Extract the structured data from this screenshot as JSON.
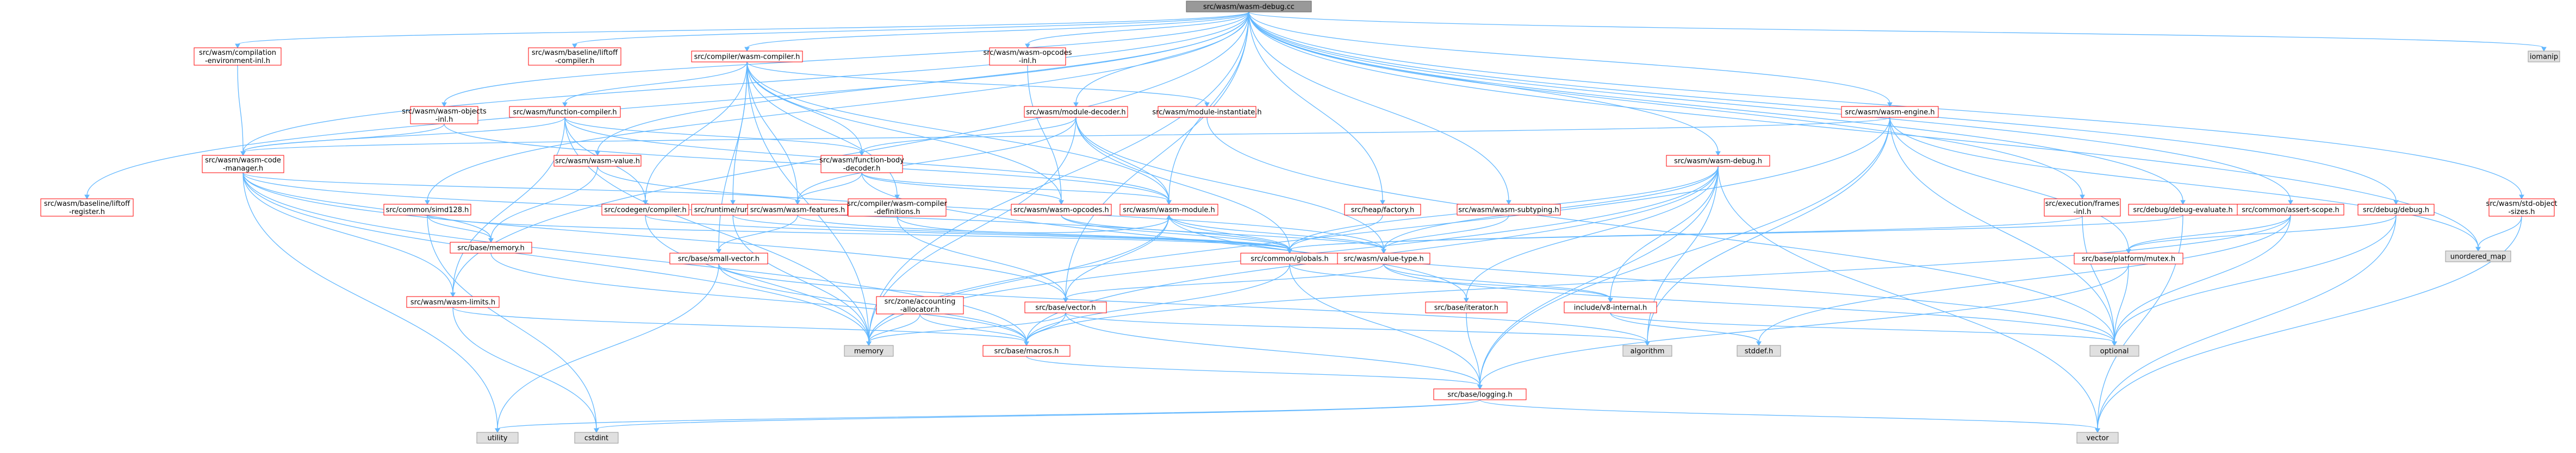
{
  "diagram": {
    "type": "include-dependency-graph",
    "colors": {
      "edge": "#63B8FF",
      "root_fill": "#999999",
      "root_border": "#666666",
      "project_fill": "#FFFFFF",
      "project_border": "#FF0000",
      "system_fill": "#E0E0E0",
      "system_border": "#999999",
      "text": "#000000"
    },
    "nodes": [
      {
        "id": "root",
        "kind": "root",
        "lines": [
          "src/wasm/wasm-debug.cc"
        ]
      },
      {
        "id": "compilation_env",
        "kind": "project",
        "lines": [
          "src/wasm/compilation",
          "-environment-inl.h"
        ]
      },
      {
        "id": "baseline_liftoff_compiler",
        "kind": "project",
        "lines": [
          "src/wasm/baseline/liftoff",
          "-compiler.h"
        ]
      },
      {
        "id": "compiler_wasm_compiler",
        "kind": "project",
        "lines": [
          "src/compiler/wasm-compiler.h"
        ]
      },
      {
        "id": "wasm_opcodes_inl",
        "kind": "project",
        "lines": [
          "src/wasm/wasm-opcodes",
          "-inl.h"
        ]
      },
      {
        "id": "zonemap",
        "kind": "system",
        "lines": [
          "iomanip"
        ]
      },
      {
        "id": "baseline_liftoff_register",
        "kind": "project",
        "lines": [
          "src/wasm/baseline/liftoff",
          "-register.h"
        ]
      },
      {
        "id": "wasm_objects_inl",
        "kind": "project",
        "lines": [
          "src/wasm/wasm-objects",
          "-inl.h"
        ]
      },
      {
        "id": "function_compiler",
        "kind": "project",
        "lines": [
          "src/wasm/function-compiler.h"
        ]
      },
      {
        "id": "module_decoder",
        "kind": "project",
        "lines": [
          "src/wasm/module-decoder.h"
        ]
      },
      {
        "id": "module_instantiate",
        "kind": "project",
        "lines": [
          "src/wasm/module-instantiate.h"
        ]
      },
      {
        "id": "wasm_engine",
        "kind": "project",
        "lines": [
          "src/wasm/wasm-engine.h"
        ]
      },
      {
        "id": "wasm_code_manager",
        "kind": "project",
        "lines": [
          "src/wasm/wasm-code",
          "-manager.h"
        ]
      },
      {
        "id": "wasm_value",
        "kind": "project",
        "lines": [
          "src/wasm/wasm-value.h"
        ]
      },
      {
        "id": "function_body_decoder",
        "kind": "project",
        "lines": [
          "src/wasm/function-body",
          "-decoder.h"
        ]
      },
      {
        "id": "wasm_debug_h",
        "kind": "project",
        "lines": [
          "src/wasm/wasm-debug.h"
        ]
      },
      {
        "id": "execution_frames",
        "kind": "project",
        "lines": [
          "src/execution/frames",
          "-inl.h"
        ]
      },
      {
        "id": "debug_evaluate",
        "kind": "project",
        "lines": [
          "src/debug/debug-evaluate.h"
        ]
      },
      {
        "id": "assert_scope",
        "kind": "project",
        "lines": [
          "src/common/assert-scope.h"
        ]
      },
      {
        "id": "debug_debug",
        "kind": "project",
        "lines": [
          "src/debug/debug.h"
        ]
      },
      {
        "id": "std_object_sizes",
        "kind": "project",
        "lines": [
          "src/wasm/std-object",
          "-sizes.h"
        ]
      },
      {
        "id": "simd128",
        "kind": "project",
        "lines": [
          "src/common/simd128.h"
        ]
      },
      {
        "id": "codegen_compiler",
        "kind": "project",
        "lines": [
          "src/codegen/compiler.h"
        ]
      },
      {
        "id": "runtime_runtime",
        "kind": "project",
        "lines": [
          "src/runtime/runtime.h"
        ]
      },
      {
        "id": "wasm_features",
        "kind": "project",
        "lines": [
          "src/wasm/wasm-features.h"
        ]
      },
      {
        "id": "compiler_defs",
        "kind": "project",
        "lines": [
          "src/compiler/wasm-compiler",
          "-definitions.h"
        ]
      },
      {
        "id": "wasm_opcodes",
        "kind": "project",
        "lines": [
          "src/wasm/wasm-opcodes.h"
        ]
      },
      {
        "id": "wasm_module",
        "kind": "project",
        "lines": [
          "src/wasm/wasm-module.h"
        ]
      },
      {
        "id": "heap_factory",
        "kind": "project",
        "lines": [
          "src/heap/factory.h"
        ]
      },
      {
        "id": "wasm_subtyping",
        "kind": "project",
        "lines": [
          "src/wasm/wasm-subtyping.h"
        ]
      },
      {
        "id": "unordered_map",
        "kind": "system",
        "lines": [
          "unordered_map"
        ]
      },
      {
        "id": "base_memory",
        "kind": "project",
        "lines": [
          "src/base/memory.h"
        ]
      },
      {
        "id": "small_vector",
        "kind": "project",
        "lines": [
          "src/base/small-vector.h"
        ]
      },
      {
        "id": "common_globals",
        "kind": "project",
        "lines": [
          "src/common/globals.h"
        ]
      },
      {
        "id": "wasm_value_type",
        "kind": "project",
        "lines": [
          "src/wasm/value-type.h"
        ]
      },
      {
        "id": "platform_mutex",
        "kind": "project",
        "lines": [
          "src/base/platform/mutex.h"
        ]
      },
      {
        "id": "wasm_limits",
        "kind": "project",
        "lines": [
          "src/wasm/wasm-limits.h"
        ]
      },
      {
        "id": "zone_accounting",
        "kind": "project",
        "lines": [
          "src/zone/accounting",
          "-allocator.h"
        ]
      },
      {
        "id": "base_vector",
        "kind": "project",
        "lines": [
          "src/base/vector.h"
        ]
      },
      {
        "id": "base_iterator",
        "kind": "project",
        "lines": [
          "src/base/iterator.h"
        ]
      },
      {
        "id": "v8_internal",
        "kind": "project",
        "lines": [
          "include/v8-internal.h"
        ]
      },
      {
        "id": "memory",
        "kind": "system",
        "lines": [
          "memory"
        ]
      },
      {
        "id": "base_macros",
        "kind": "project",
        "lines": [
          "src/base/macros.h"
        ]
      },
      {
        "id": "algorithm",
        "kind": "system",
        "lines": [
          "algorithm"
        ]
      },
      {
        "id": "stddef",
        "kind": "system",
        "lines": [
          "stddef.h"
        ]
      },
      {
        "id": "optional",
        "kind": "system",
        "lines": [
          "optional"
        ]
      },
      {
        "id": "base_logging",
        "kind": "project",
        "lines": [
          "src/base/logging.h"
        ]
      },
      {
        "id": "utility",
        "kind": "system",
        "lines": [
          "utility"
        ]
      },
      {
        "id": "cstdint",
        "kind": "system",
        "lines": [
          "cstdint"
        ]
      },
      {
        "id": "vector",
        "kind": "system",
        "lines": [
          "vector"
        ]
      }
    ],
    "edges": [
      [
        "root",
        "compilation_env"
      ],
      [
        "root",
        "baseline_liftoff_compiler"
      ],
      [
        "root",
        "compiler_wasm_compiler"
      ],
      [
        "root",
        "wasm_opcodes_inl"
      ],
      [
        "root",
        "zonemap"
      ],
      [
        "root",
        "baseline_liftoff_register"
      ],
      [
        "root",
        "wasm_objects_inl"
      ],
      [
        "root",
        "module_decoder"
      ],
      [
        "root",
        "wasm_engine"
      ],
      [
        "root",
        "wasm_code_manager"
      ],
      [
        "root",
        "wasm_value"
      ],
      [
        "root",
        "wasm_debug_h"
      ],
      [
        "root",
        "execution_frames"
      ],
      [
        "root",
        "debug_evaluate"
      ],
      [
        "root",
        "assert_scope"
      ],
      [
        "root",
        "debug_debug"
      ],
      [
        "root",
        "std_object_sizes"
      ],
      [
        "root",
        "simd128"
      ],
      [
        "root",
        "wasm_module"
      ],
      [
        "root",
        "heap_factory"
      ],
      [
        "root",
        "wasm_subtyping"
      ],
      [
        "root",
        "unordered_map"
      ],
      [
        "root",
        "wasm_limits"
      ],
      [
        "root",
        "memory"
      ],
      [
        "root",
        "base_vector"
      ],
      [
        "compilation_env",
        "wasm_code_manager"
      ],
      [
        "compiler_wasm_compiler",
        "function_compiler"
      ],
      [
        "compiler_wasm_compiler",
        "module_instantiate"
      ],
      [
        "compiler_wasm_compiler",
        "function_body_decoder"
      ],
      [
        "compiler_wasm_compiler",
        "runtime_runtime"
      ],
      [
        "compiler_wasm_compiler",
        "wasm_features"
      ],
      [
        "compiler_wasm_compiler",
        "compiler_defs"
      ],
      [
        "compiler_wasm_compiler",
        "wasm_opcodes"
      ],
      [
        "compiler_wasm_compiler",
        "wasm_module"
      ],
      [
        "compiler_wasm_compiler",
        "small_vector"
      ],
      [
        "compiler_wasm_compiler",
        "memory"
      ],
      [
        "compiler_wasm_compiler",
        "codegen_compiler"
      ],
      [
        "wasm_opcodes_inl",
        "wasm_opcodes"
      ],
      [
        "wasm_objects_inl",
        "wasm_code_manager"
      ],
      [
        "wasm_objects_inl",
        "wasm_module"
      ],
      [
        "function_compiler",
        "wasm_code_manager"
      ],
      [
        "function_compiler",
        "codegen_compiler"
      ],
      [
        "function_compiler",
        "function_body_decoder"
      ],
      [
        "function_compiler",
        "wasm_limits"
      ],
      [
        "function_compiler",
        "wasm_module"
      ],
      [
        "function_compiler",
        "memory"
      ],
      [
        "module_decoder",
        "function_body_decoder"
      ],
      [
        "module_decoder",
        "wasm_features"
      ],
      [
        "module_decoder",
        "wasm_module"
      ],
      [
        "module_decoder",
        "common_globals"
      ],
      [
        "module_decoder",
        "wasm_value_type"
      ],
      [
        "module_decoder",
        "memory"
      ],
      [
        "module_instantiate",
        "optional"
      ],
      [
        "wasm_engine",
        "wasm_code_manager"
      ],
      [
        "wasm_engine",
        "platform_mutex"
      ],
      [
        "wasm_engine",
        "unordered_map"
      ],
      [
        "wasm_engine",
        "memory"
      ],
      [
        "wasm_engine",
        "algorithm"
      ],
      [
        "wasm_engine",
        "optional"
      ],
      [
        "wasm_engine",
        "base_logging"
      ],
      [
        "wasm_code_manager",
        "wasm_features"
      ],
      [
        "wasm_code_manager",
        "wasm_limits"
      ],
      [
        "wasm_code_manager",
        "base_macros"
      ],
      [
        "wasm_code_manager",
        "memory"
      ],
      [
        "wasm_code_manager",
        "utility"
      ],
      [
        "wasm_code_manager",
        "base_vector"
      ],
      [
        "wasm_code_manager",
        "base_memory"
      ],
      [
        "wasm_code_manager",
        "common_globals"
      ],
      [
        "wasm_value",
        "base_memory"
      ],
      [
        "wasm_value",
        "wasm_value_type"
      ],
      [
        "function_body_decoder",
        "wasm_opcodes"
      ],
      [
        "function_body_decoder",
        "wasm_module"
      ],
      [
        "function_body_decoder",
        "base_iterator"
      ],
      [
        "function_body_decoder",
        "wasm_features"
      ],
      [
        "wasm_debug_h",
        "wasm_value_type"
      ],
      [
        "wasm_debug_h",
        "common_globals"
      ],
      [
        "wasm_debug_h",
        "base_iterator"
      ],
      [
        "wasm_debug_h",
        "v8_internal"
      ],
      [
        "wasm_debug_h",
        "memory"
      ],
      [
        "wasm_debug_h",
        "algorithm"
      ],
      [
        "wasm_debug_h",
        "base_logging"
      ],
      [
        "wasm_debug_h",
        "base_macros"
      ],
      [
        "wasm_debug_h",
        "vector"
      ],
      [
        "execution_frames",
        "common_globals"
      ],
      [
        "execution_frames",
        "optional"
      ],
      [
        "debug_evaluate",
        "common_globals"
      ],
      [
        "debug_evaluate",
        "vector"
      ],
      [
        "assert_scope",
        "platform_mutex"
      ],
      [
        "assert_scope",
        "stddef"
      ],
      [
        "assert_scope",
        "optional"
      ],
      [
        "assert_scope",
        "base_macros"
      ],
      [
        "debug_debug",
        "platform_mutex"
      ],
      [
        "debug_debug",
        "optional"
      ],
      [
        "debug_debug",
        "vector"
      ],
      [
        "std_object_sizes",
        "unordered_map"
      ],
      [
        "std_object_sizes",
        "vector"
      ],
      [
        "simd128",
        "base_memory"
      ],
      [
        "simd128",
        "common_globals"
      ],
      [
        "simd128",
        "cstdint"
      ],
      [
        "codegen_compiler",
        "common_globals"
      ],
      [
        "codegen_compiler",
        "memory"
      ],
      [
        "runtime_runtime",
        "common_globals"
      ],
      [
        "runtime_runtime",
        "memory"
      ],
      [
        "wasm_features",
        "common_globals"
      ],
      [
        "wasm_features",
        "small_vector"
      ],
      [
        "compiler_defs",
        "wasm_module"
      ],
      [
        "compiler_defs",
        "base_vector"
      ],
      [
        "wasm_opcodes",
        "common_globals"
      ],
      [
        "wasm_opcodes",
        "wasm_value_type"
      ],
      [
        "wasm_module",
        "common_globals"
      ],
      [
        "wasm_module",
        "wasm_value_type"
      ],
      [
        "wasm_module",
        "memory"
      ],
      [
        "wasm_module",
        "base_vector"
      ],
      [
        "wasm_module",
        "optional"
      ],
      [
        "heap_factory",
        "common_globals"
      ],
      [
        "wasm_subtyping",
        "wasm_value_type"
      ],
      [
        "base_memory",
        "base_macros"
      ],
      [
        "small_vector",
        "base_macros"
      ],
      [
        "small_vector",
        "utility"
      ],
      [
        "small_vector",
        "algorithm"
      ],
      [
        "common_globals",
        "v8_internal"
      ],
      [
        "common_globals",
        "base_macros"
      ],
      [
        "common_globals",
        "base_logging"
      ],
      [
        "wasm_value_type",
        "base_vector"
      ],
      [
        "wasm_value_type",
        "v8_internal"
      ],
      [
        "wasm_value_type",
        "optional"
      ],
      [
        "platform_mutex",
        "base_logging"
      ],
      [
        "platform_mutex",
        "optional"
      ],
      [
        "wasm_limits",
        "cstdint"
      ],
      [
        "wasm_limits",
        "base_macros"
      ],
      [
        "zone_accounting",
        "base_macros"
      ],
      [
        "zone_accounting",
        "memory"
      ],
      [
        "base_vector",
        "base_logging"
      ],
      [
        "base_vector",
        "base_macros"
      ],
      [
        "base_vector",
        "algorithm"
      ],
      [
        "base_vector",
        "memory"
      ],
      [
        "base_iterator",
        "base_logging"
      ],
      [
        "v8_internal",
        "stddef"
      ],
      [
        "v8_internal",
        "optional"
      ],
      [
        "base_macros",
        "base_logging"
      ],
      [
        "base_logging",
        "utility"
      ],
      [
        "base_logging",
        "cstdint"
      ],
      [
        "base_logging",
        "vector"
      ]
    ]
  }
}
